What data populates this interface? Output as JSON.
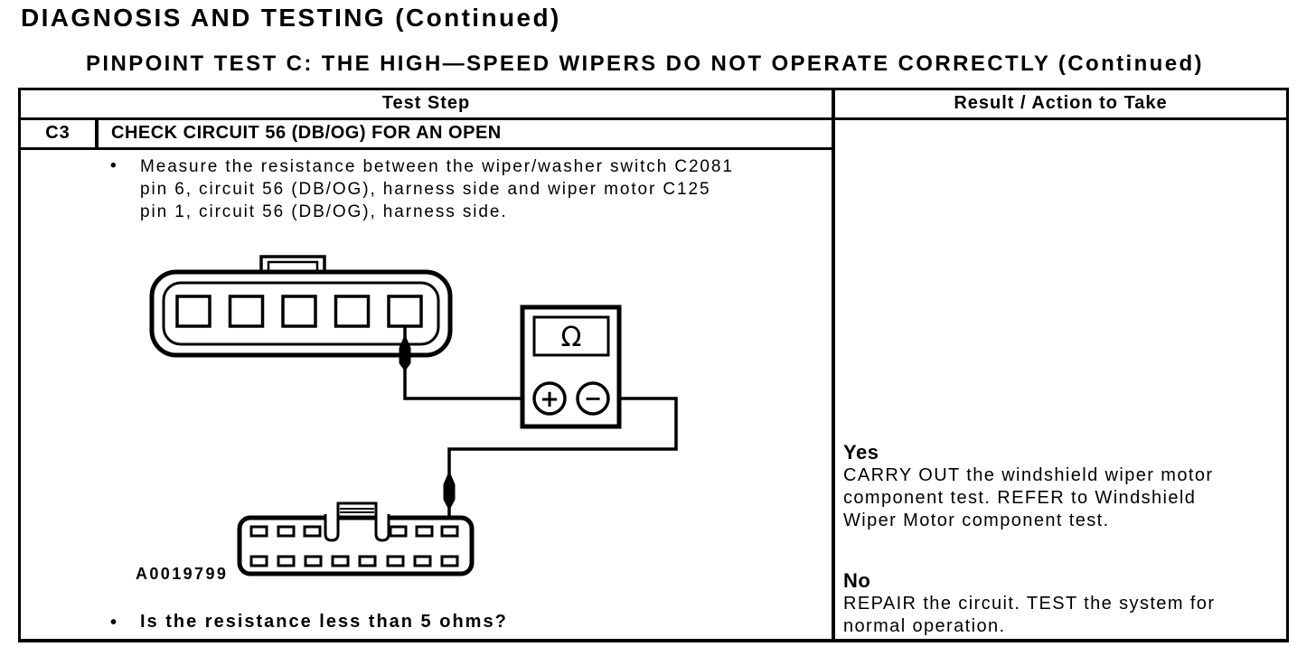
{
  "page": {
    "title": "DIAGNOSIS AND TESTING (Continued)",
    "subtitle": "PINPOINT TEST C: THE HIGH—SPEED WIPERS DO NOT OPERATE CORRECTLY (Continued)"
  },
  "table": {
    "headers": {
      "test_step": "Test Step",
      "result": "Result / Action to Take"
    },
    "step": {
      "id": "C3",
      "title": "CHECK CIRCUIT 56 (DB/OG) FOR AN OPEN",
      "bullet_glyph": "•",
      "instruction": "Measure the resistance between the wiper/washer switch C2081\npin 6, circuit 56 (DB/OG), harness side and wiper motor C125\npin 1, circuit 56 (DB/OG), harness side.",
      "question": "Is the resistance less than 5 ohms?"
    },
    "result": {
      "yes_label": "Yes",
      "yes_action": "CARRY OUT the windshield wiper motor\ncomponent test. REFER to Windshield\nWiper Motor component test.",
      "no_label": "No",
      "no_action": "REPAIR the circuit. TEST the system for\nnormal operation."
    }
  },
  "diagram": {
    "figure_id": "A0019799",
    "meter_display_symbol": "Ω",
    "positive_terminal_symbol": "+",
    "negative_terminal_symbol": "−"
  },
  "colors": {
    "ink": "#000000",
    "paper": "#ffffff"
  }
}
